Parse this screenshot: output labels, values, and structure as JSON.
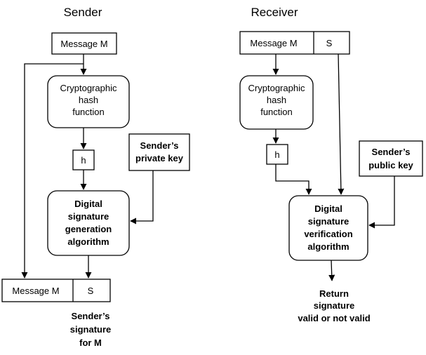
{
  "sender": {
    "title": "Sender",
    "message_box": "Message M",
    "hash_function": [
      "Cryptographic",
      "hash",
      "function"
    ],
    "hash_value": "h",
    "private_key": [
      "Sender’s",
      "private key"
    ],
    "generation_algorithm": [
      "Digital",
      "signature",
      "generation",
      "algorithm"
    ],
    "output_message": "Message M",
    "output_signature": "S",
    "caption": [
      "Sender’s",
      "signature",
      "for M"
    ]
  },
  "receiver": {
    "title": "Receiver",
    "message_box": "Message M",
    "signature_box": "S",
    "hash_function": [
      "Cryptographic",
      "hash",
      "function"
    ],
    "hash_value": "h",
    "public_key": [
      "Sender’s",
      "public  key"
    ],
    "verification_algorithm": [
      "Digital",
      "signature",
      "verification",
      "algorithm"
    ],
    "result": [
      "Return",
      "signature",
      "valid or not valid"
    ]
  }
}
